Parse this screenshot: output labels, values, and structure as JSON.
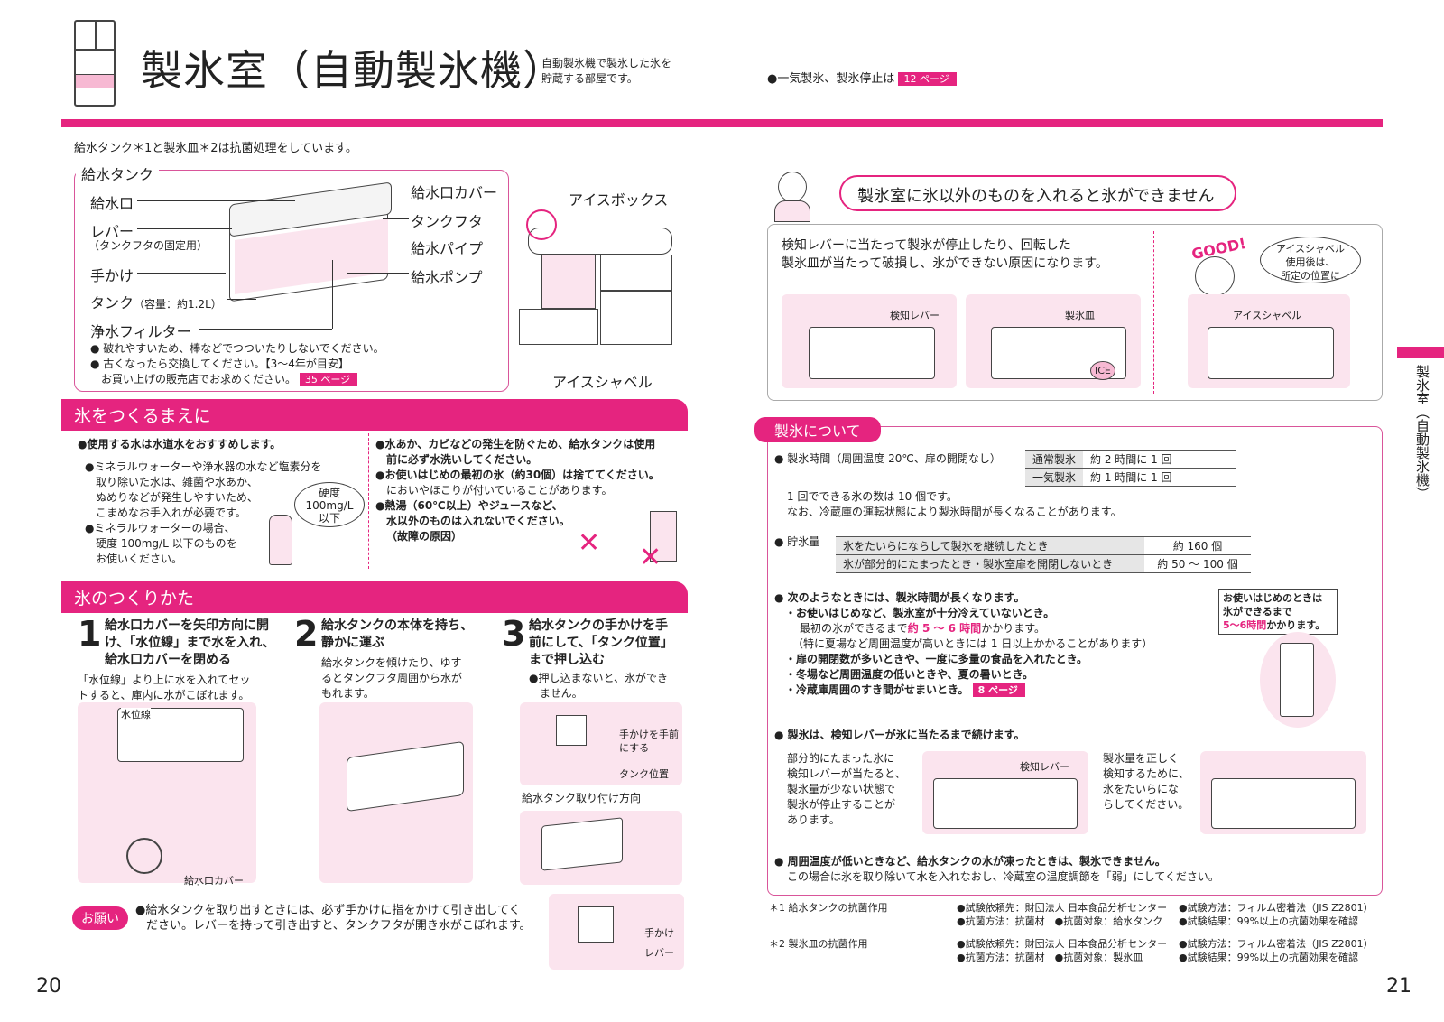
{
  "header": {
    "title": "製氷室（自動製氷機）",
    "subtitle_line1": "自動製氷機で製氷した氷を",
    "subtitle_line2": "貯蔵する部屋です。",
    "ref_text": "●一気製氷、製氷停止は",
    "ref_page": "12 ページ"
  },
  "antibac_note": "給水タンク＊1と製氷皿＊2は抗菌処理をしています。",
  "tank_diagram": {
    "box_title": "給水タンク",
    "labels": {
      "inlet": "給水口",
      "lever": "レバー",
      "lever_sub": "（タンクフタの固定用）",
      "handle": "手かけ",
      "tank": "タンク",
      "tank_cap": "（容量：約1.2L）",
      "filter": "浄水フィルター",
      "inlet_cover": "給水口カバー",
      "tank_lid": "タンクフタ",
      "pipe": "給水パイプ",
      "pump": "給水ポンプ"
    },
    "notes": [
      "● 破れやすいため、棒などでつついたりしないでください。",
      "● 古くなったら交換してください。【3〜4年が目安】",
      "お買い上げの販売店でお求めください。"
    ],
    "note_ref": "35 ページ",
    "fridge_labels": {
      "icebox": "アイスボックス",
      "shovel": "アイスシャベル"
    }
  },
  "section_before": {
    "title": "氷をつくるまえに",
    "left_items": [
      "●使用する水は水道水をおすすめします。",
      "●ミネラルウォーターや浄水器の水など塩素分を",
      "取り除いた水は、雑菌や水あか、",
      "ぬめりなどが発生しやすいため、",
      "こまめなお手入れが必要です。",
      "●ミネラルウォーターの場合、",
      "硬度 100mg/L 以下のものを",
      "お使いください。"
    ],
    "hardness_label": "硬度",
    "hardness_value": "100mg/L",
    "hardness_suffix": "以下",
    "right_items": [
      "●水あか、カビなどの発生を防ぐため、給水タンクは使用",
      "前に必ず水洗いしてください。",
      "●お使いはじめの最初の氷（約30個）は捨ててください。",
      "においやほこりが付いていることがあります。",
      "●熱湯（60℃以上）やジュースなど、",
      "水以外のものは入れないでください。",
      "（故障の原因）"
    ]
  },
  "section_how": {
    "title": "氷のつくりかた",
    "steps": [
      {
        "num": "1",
        "head1": "給水口カバーを矢印方向に開",
        "head2": "け、「水位線」まで水を入れ、",
        "head3": "給水口カバーを閉める",
        "body1": "「水位線」より上に水を入れてセッ",
        "body2": "トすると、庫内に水がこぼれます。"
      },
      {
        "num": "2",
        "head1": "給水タンクの本体を持ち、",
        "head2": "静かに運ぶ",
        "head3": "",
        "body1": "給水タンクを傾けたり、ゆす",
        "body2": "るとタンクフタ周囲から水が",
        "body3": "もれます。"
      },
      {
        "num": "3",
        "head1": "給水タンクの手かけを手",
        "head2": "前にして、「タンク位置」",
        "head3": "まで押し込む",
        "body1": "●押し込まないと、氷ができ",
        "body2": "ません。"
      }
    ],
    "water_line": "水位線",
    "inlet_cover": "給水口カバー",
    "handle_front1": "手かけを手前",
    "handle_front2": "にする",
    "tank_position": "タンク位置",
    "attach_dir": "給水タンク取り付け方向",
    "request_badge": "お願い",
    "request1": "●給水タンクを取り出すときには、必ず手かけに指をかけて引き出してく",
    "request2": "ださい。レバーを持って引き出すと、タンクフタが開き水がこぼれます。",
    "handle": "手かけ",
    "lever": "レバー"
  },
  "warning": {
    "bubble": "製氷室に氷以外のものを入れると氷ができません",
    "text1": "検知レバーに当たって製氷が停止したり、回転した",
    "text2": "製氷皿が当たって破損し、氷ができない原因になります。",
    "good": "GOOD!",
    "good_text1": "アイスシャベル",
    "good_text2": "使用後は、",
    "good_text3": "所定の位置に",
    "img_labels": [
      "検知レバー",
      "製氷皿",
      "アイスシャベル"
    ],
    "ice": "ICE"
  },
  "section_ice": {
    "title": "製氷について",
    "time_label": "● 製氷時間（周囲温度 20℃、扉の開閉なし）",
    "time_rows": [
      {
        "mode": "通常製氷",
        "value": "約 2 時間に 1 回"
      },
      {
        "mode": "一気製氷",
        "value": "約 1 時間に 1 回"
      }
    ],
    "count1": "1 回でできる氷の数は 10 個です。",
    "count2": "なお、冷蔵庫の運転状態により製氷時間が長くなることがあります。",
    "storage_label": "● 貯氷量",
    "storage_rows": [
      {
        "cond": "氷をたいらにならして製氷を継続したとき",
        "value": "約 160 個"
      },
      {
        "cond": "氷が部分的にたまったとき・製氷室扉を開閉しないとき",
        "value": "約 50 〜 100 個"
      }
    ],
    "longer_head": "● 次のようなときには、製氷時間が長くなります。",
    "longer1": "・お使いはじめなど、製氷室が十分冷えていないとき。",
    "longer1a_pre": "最初の氷ができるまで",
    "longer1a_hi": "約 5 〜 6 時間",
    "longer1a_post": "かかります。",
    "longer1b": "（特に夏場など周囲温度が高いときには 1 日以上かかることがあります）",
    "longer2": "・扉の開閉数が多いときや、一度に多量の食品を入れたとき。",
    "longer3": "・冬場など周囲温度の低いときや、夏の暑いとき。",
    "longer4": "・冷蔵庫周囲のすき間がせまいとき。",
    "longer4_ref": "8 ページ",
    "first_box1": "お使いはじめのときは",
    "first_box2": "氷ができるまで",
    "first_box3_hi": "5〜6時間",
    "first_box3_post": "かかります。",
    "continue_head": "● 製氷は、検知レバーが氷に当たるまで続けます。",
    "partial": [
      "部分的にたまった氷に",
      "検知レバーが当たると、",
      "製氷量が少ない状態で",
      "製氷が停止することが",
      "あります。"
    ],
    "correct": [
      "製氷量を正しく",
      "検知するために、",
      "氷をたいらにな",
      "らしてください。"
    ],
    "detect_lever": "検知レバー",
    "frozen_head": "● 周囲温度が低いときなど、給水タンクの水が凍ったときは、製氷できません。",
    "frozen_body": "この場合は氷を取り除いて水を入れなおし、冷蔵室の温度調節を「弱」にしてください。"
  },
  "footnotes": [
    {
      "mark": "＊1",
      "title": "給水タンクの抗菌作用",
      "l1": "●試験依頼先：財団法人 日本食品分析センター",
      "l2": "●抗菌方法：抗菌材　●抗菌対象：給水タンク",
      "r1": "●試験方法：フィルム密着法（JIS Z2801）",
      "r2": "●試験結果：99%以上の抗菌効果を確認"
    },
    {
      "mark": "＊2",
      "title": "製氷皿の抗菌作用",
      "l1": "●試験依頼先：財団法人 日本食品分析センター",
      "l2": "●抗菌方法：抗菌材　●抗菌対象：製氷皿",
      "r1": "●試験方法：フィルム密着法（JIS Z2801）",
      "r2": "●試験結果：99%以上の抗菌効果を確認"
    }
  ],
  "side_tab": "製氷室（自動製氷機）",
  "page_left": "20",
  "page_right": "21",
  "colors": {
    "accent": "#e5247f",
    "light": "#fbe4ee"
  }
}
